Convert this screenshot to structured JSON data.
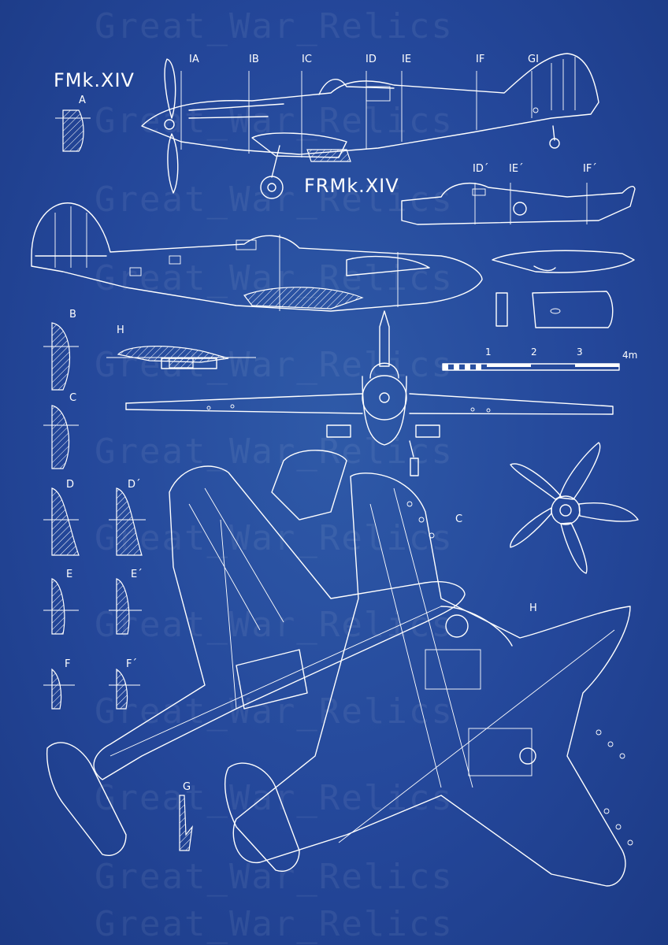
{
  "watermark": "Great_War_Relics",
  "variant_labels": {
    "fighter": "FMk.XIV",
    "recon": "FRMk.XIV"
  },
  "top_stations": [
    "IA",
    "IB",
    "IC",
    "ID",
    "IE",
    "IF",
    "GI"
  ],
  "recon_stations": [
    "ID´",
    "IE´",
    "IF´"
  ],
  "section_labels": {
    "a": "A",
    "b": "B",
    "c": "C",
    "d": "D",
    "d_prime": "D´",
    "e": "E",
    "e_prime": "E´",
    "f": "F",
    "f_prime": "F´",
    "g": "G",
    "h": "H",
    "c_plan": "C",
    "h_plan": "H"
  },
  "scale": {
    "ticks": [
      "1",
      "2",
      "3",
      "4m"
    ]
  },
  "colors": {
    "background": "#24479a",
    "ink": "#ffffff"
  }
}
